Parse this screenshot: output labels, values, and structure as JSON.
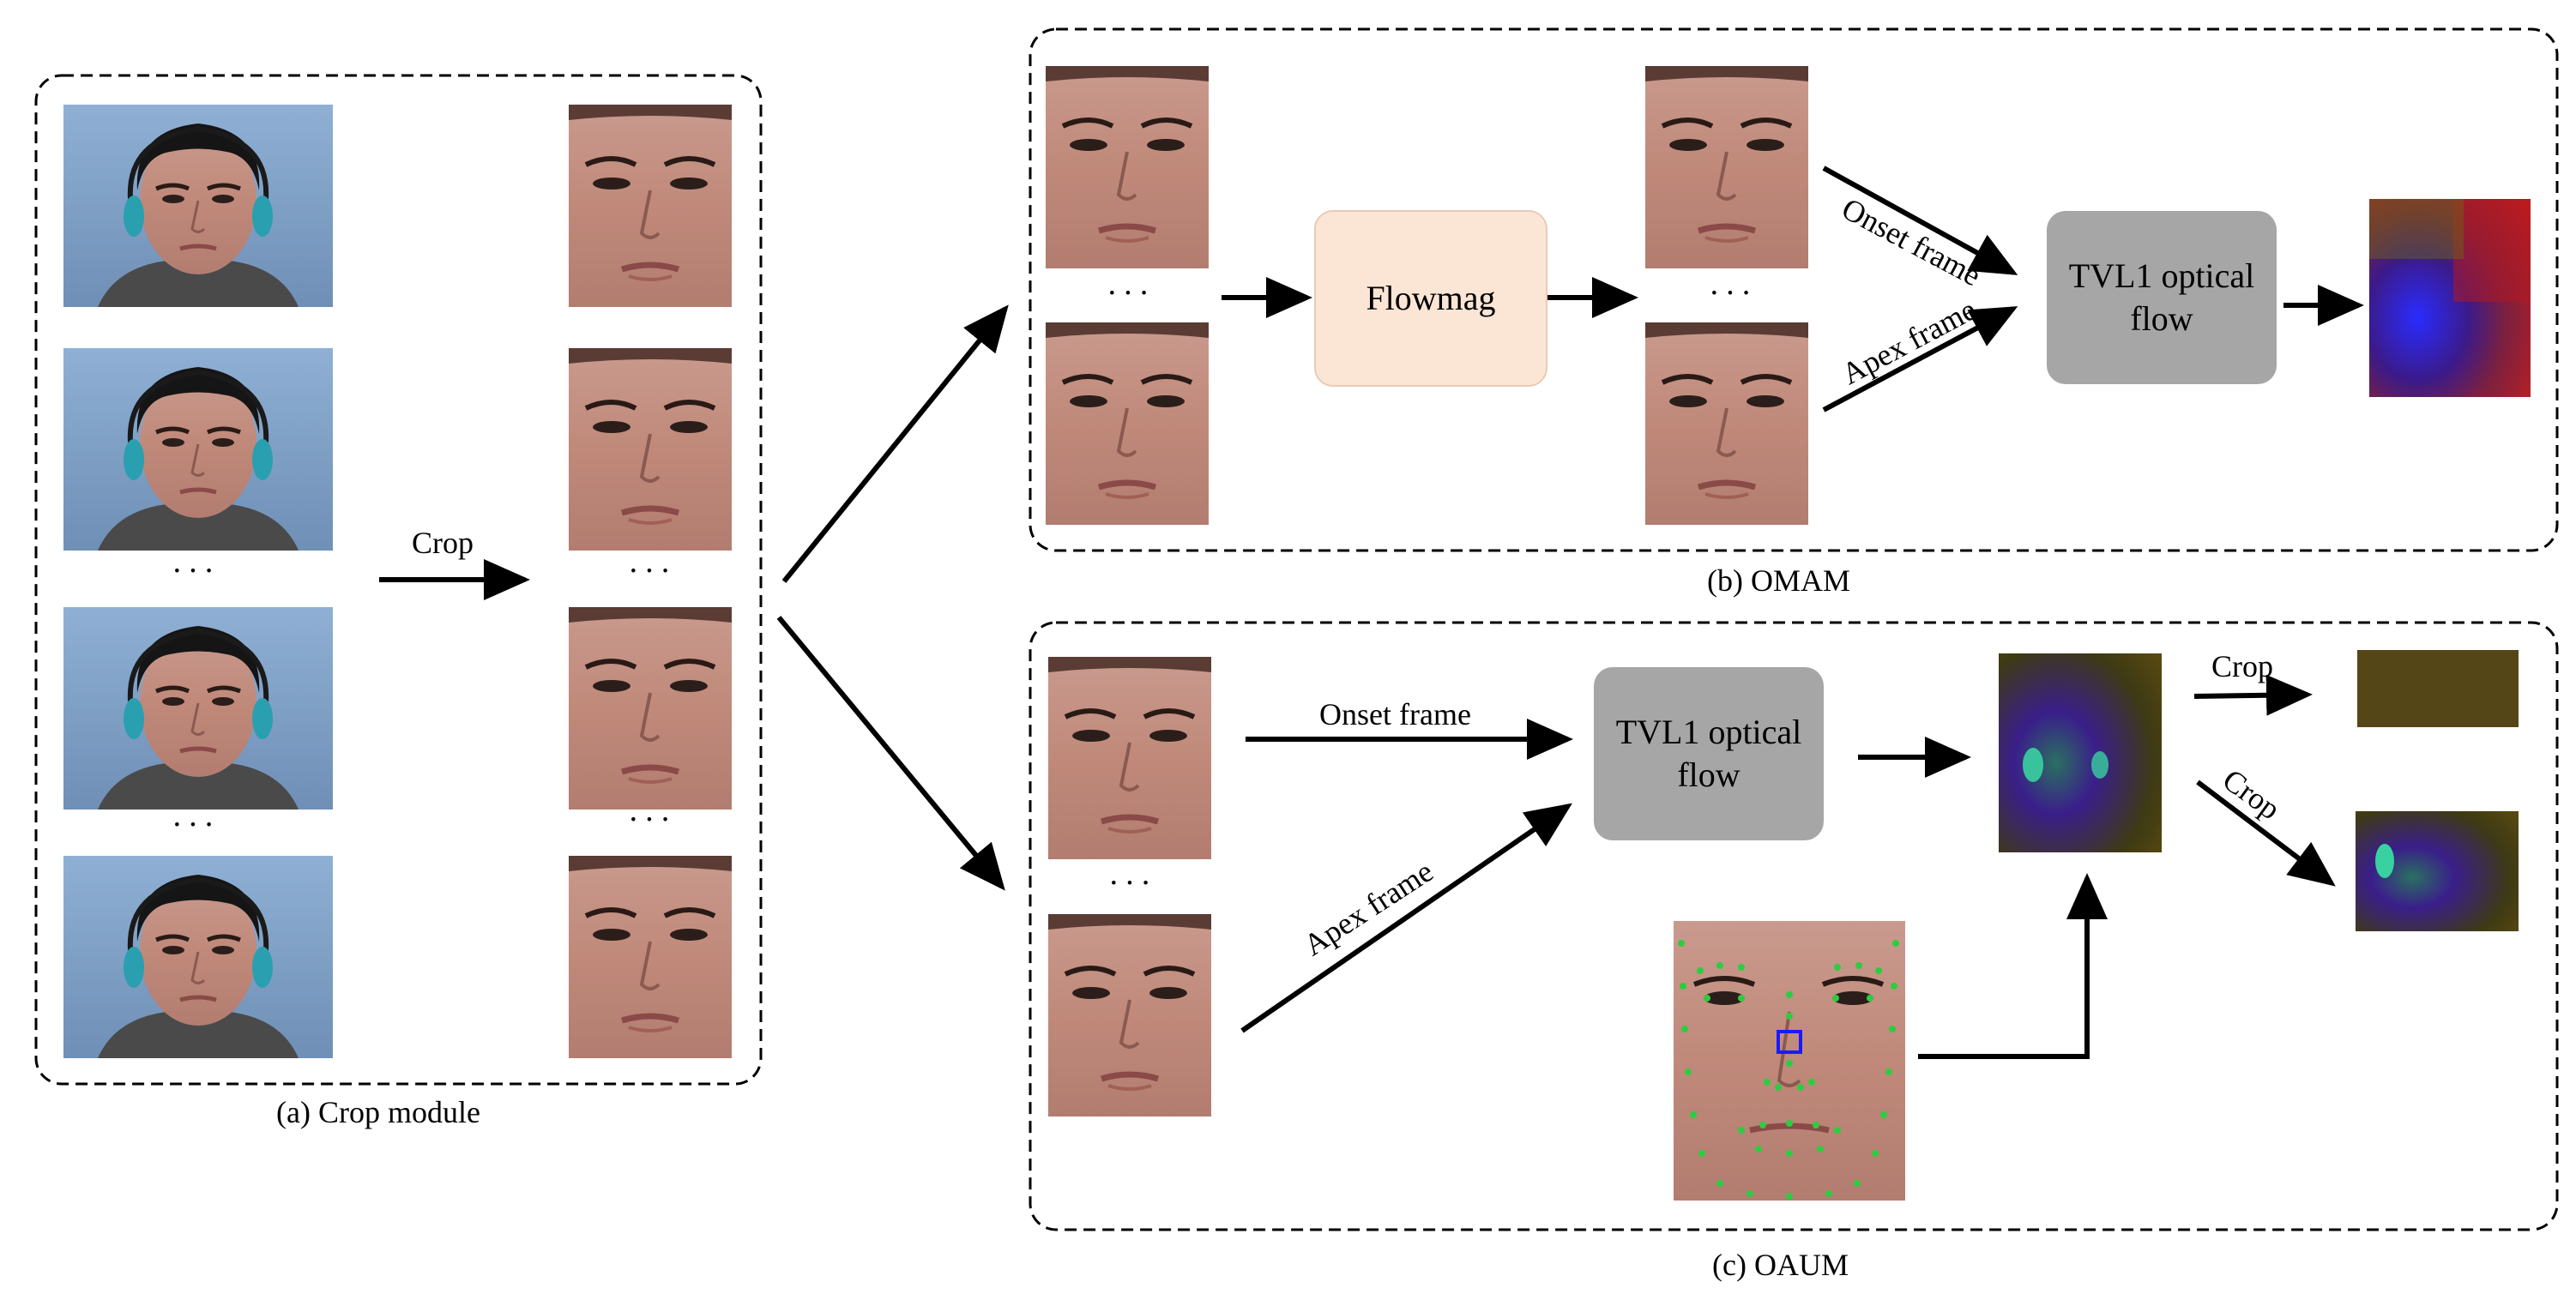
{
  "captions": {
    "crop_module": "(a) Crop module",
    "omam": "(b) OMAM",
    "oaum": "(c) OAUM"
  },
  "arrow_labels": {
    "crop": "Crop",
    "onset_frame": "Onset frame",
    "apex_frame": "Apex frame",
    "crop_upper": "Crop",
    "crop_lower": "Crop"
  },
  "ellipsis": "···",
  "blocks": {
    "flowmag": "Flowmag",
    "tvl1_line1": "TVL1 optical",
    "tvl1_line2": "flow"
  },
  "colors": {
    "flowmag_fill": "#fbe6d6",
    "flowmag_border": "#e8cbb6",
    "tvl1_fill": "#a6a6a6",
    "bg_blue": "#7f9dc0",
    "skin": "#c79a8a",
    "landmark_green": "#2ecc40",
    "roi_blue": "#1a1aff"
  }
}
